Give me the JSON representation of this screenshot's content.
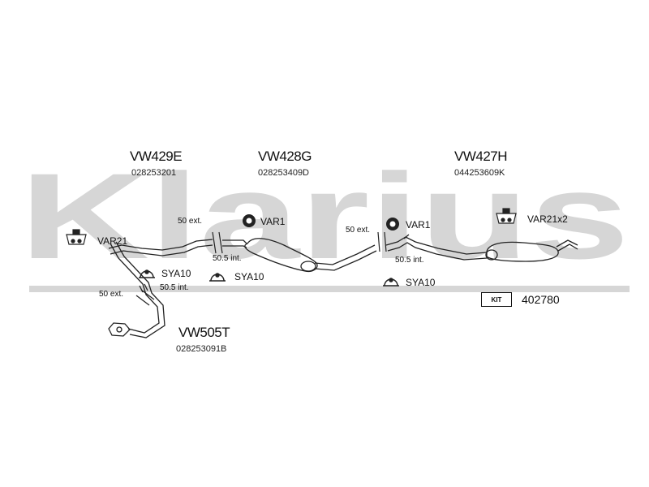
{
  "watermark": {
    "text": "Klarius",
    "color": "#d6d6d6"
  },
  "parts": {
    "front_pipe_upper": {
      "code": "VW429E",
      "number": "028253201"
    },
    "middle_silencer": {
      "code": "VW428G",
      "number": "028253409D"
    },
    "rear_silencer": {
      "code": "VW427H",
      "number": "044253609K"
    },
    "front_pipe_lower": {
      "code": "VW505T",
      "number": "028253091B"
    }
  },
  "fittings": {
    "var21": "VAR21",
    "var1_a": "VAR1",
    "var1_b": "VAR1",
    "var21x2": "VAR21x2",
    "sya10_a": "SYA10",
    "sya10_b": "SYA10",
    "sya10_c": "SYA10"
  },
  "joints": {
    "ext_1": "50 ext.",
    "int_1": "50.5 int.",
    "ext_2": "50 ext.",
    "int_2": "50.5 int.",
    "ext_3": "50 ext.",
    "int_3": "50.5 int."
  },
  "kit": {
    "label": "KIT",
    "number": "402780"
  }
}
